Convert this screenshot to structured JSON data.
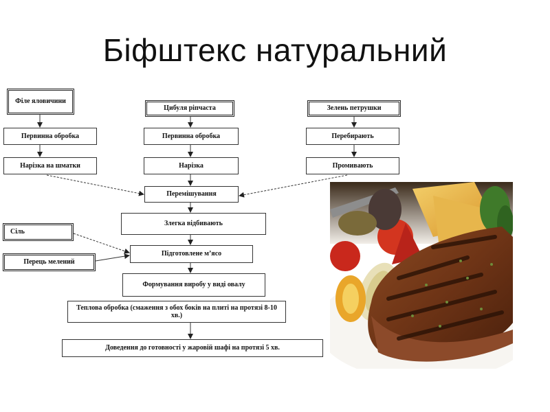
{
  "title": "Біфштекс натуральний",
  "flowchart": {
    "ingredients": {
      "fillet": "Філе яловичини",
      "onion": "Цибуля ріпчаста",
      "parsley": "Зелень петрушки",
      "salt": "Сіль",
      "pepper": "Перець мелений"
    },
    "steps": {
      "fillet_primary": "Первинна обробка",
      "fillet_cut": "Нарізка на шматки",
      "onion_primary": "Первинна обробка",
      "onion_cut": "Нарізка",
      "parsley_sort": "Перебирають",
      "parsley_wash": "Промивають",
      "mix": "Перемішування",
      "beat": "Злегка відбивають",
      "prepared_meat": "Підготовлене м’ясо",
      "shaping": "Формування виробу у виді овалу",
      "heat": "Теплова обробка (смаження з обох боків на плиті на протязі 8-10 хв.)",
      "finish": "Доведення до готовності у жаровій шафі на протязі 5 хв."
    }
  },
  "image": {
    "subject": "steak-with-grilled-vegetables"
  }
}
